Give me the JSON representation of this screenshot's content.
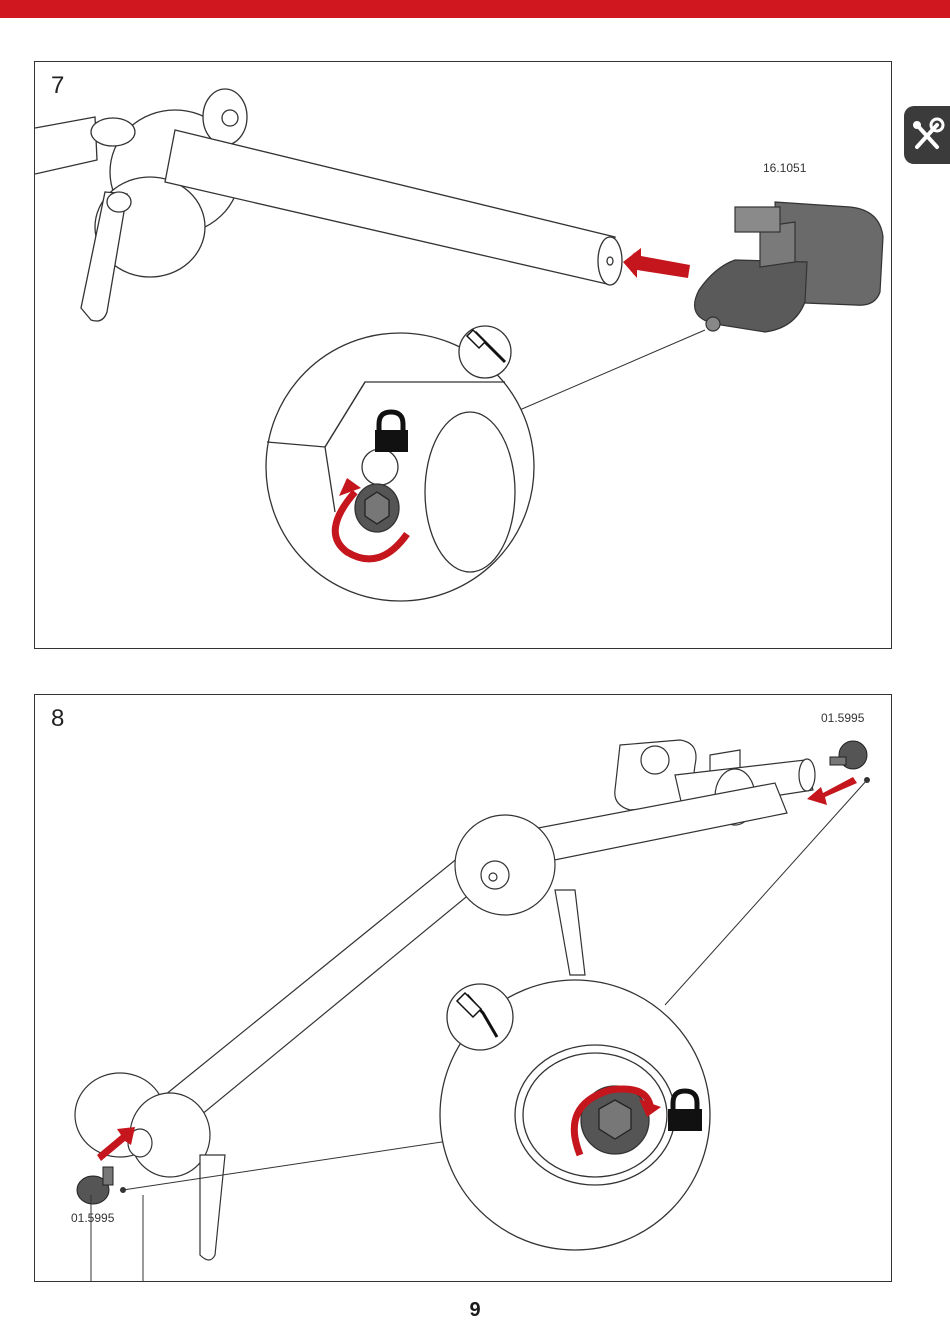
{
  "page": {
    "number": "9"
  },
  "colors": {
    "brand_red": "#d0161f",
    "tab_dark": "#3b3b3b",
    "part_dark": "#555555"
  },
  "tab": {
    "icon": "tools-icon"
  },
  "step7": {
    "number": "7",
    "part_code": "16.1051",
    "icons": [
      "hex-key-icon",
      "lock-icon",
      "rotate-arrow-icon"
    ]
  },
  "step8": {
    "number": "8",
    "part_code_top": "01.5995",
    "part_code_bottom": "01.5995",
    "icons": [
      "hex-key-icon",
      "lock-icon",
      "rotate-arrow-icon"
    ]
  }
}
